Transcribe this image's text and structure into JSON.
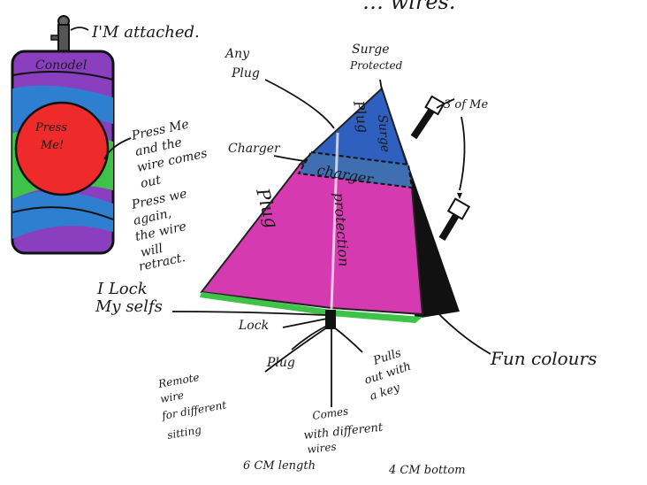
{
  "title_fragment": "… wires.",
  "device": {
    "brand": "Conodel",
    "button_text_line1": "Press",
    "button_text_line2": "Me!"
  },
  "labels": {
    "attached": "I'M attached.",
    "any_plug_line1": "Any",
    "any_plug_line2": "Plug",
    "surge_line1": "Surge",
    "surge_line2": "Protected",
    "three_of_me": "3 of Me",
    "charger": "Charger",
    "press_me": [
      "Press Me",
      "and the",
      "wire comes",
      "out",
      "Press we",
      "again,",
      "the wire",
      "will",
      "retract."
    ],
    "locks": [
      "I Lock",
      "My selfs"
    ],
    "lock": "Lock",
    "plug": "Plug",
    "fun_colours": "Fun colours",
    "pulls_out": [
      "Pulls",
      "out with",
      "a key"
    ],
    "remote": [
      "Remote",
      "wire",
      "for different",
      "sitting"
    ],
    "comes_with": [
      "Comes",
      "with different",
      "wires"
    ],
    "length": "6 CM length",
    "bottom": "4 CM bottom"
  },
  "on_device_text": {
    "plug_left": "Plug",
    "plug_upper": "Plug",
    "charger": "charger",
    "protection": "protection",
    "surge": "Surge"
  },
  "colors": {
    "blue": "#2f5fbf",
    "magenta": "#d63ab0",
    "red": "#ee2a2a",
    "green": "#3ec24a",
    "purple": "#8a3fbf",
    "ink": "#111111"
  }
}
